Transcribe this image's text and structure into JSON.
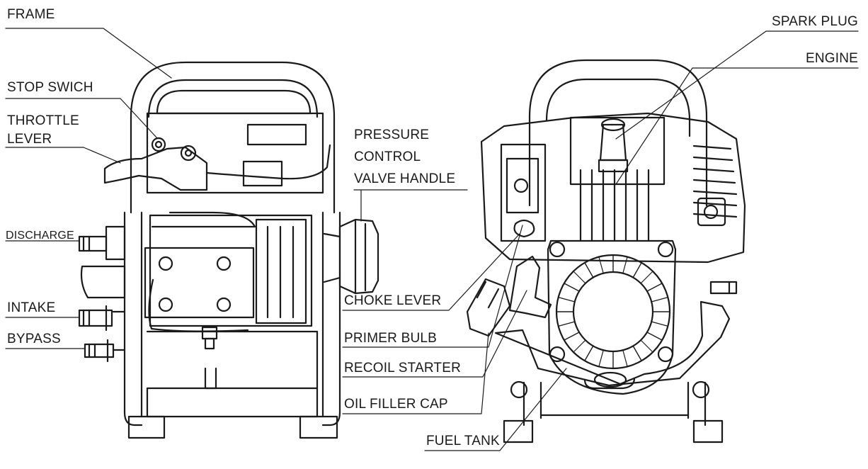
{
  "labels": {
    "frame": "FRAME",
    "stop_switch": "STOP SWICH",
    "throttle_1": "THROTTLE",
    "throttle_2": "LEVER",
    "discharge": "DISCHARGE",
    "intake": "INTAKE",
    "bypass": "BYPASS",
    "pressure_1": "PRESSURE",
    "pressure_2": "CONTROL",
    "pressure_3": "VALVE HANDLE",
    "choke_lever": "CHOKE LEVER",
    "primer_bulb": "PRIMER BULB",
    "recoil_starter": "RECOIL STARTER",
    "oil_filler_cap": "OIL FILLER CAP",
    "fuel_tank": "FUEL TANK",
    "spark_plug": "SPARK PLUG",
    "engine": "ENGINE"
  }
}
